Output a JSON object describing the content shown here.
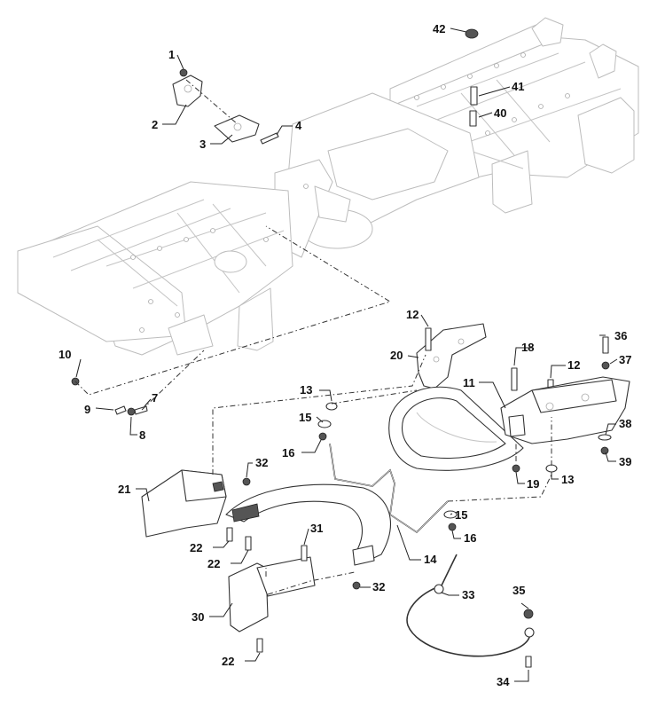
{
  "callouts": [
    "1",
    "2",
    "3",
    "4",
    "7",
    "8",
    "9",
    "10",
    "11",
    "12",
    "12",
    "13",
    "13",
    "14",
    "15",
    "15",
    "16",
    "16",
    "18",
    "19",
    "20",
    "21",
    "22",
    "22",
    "22",
    "30",
    "31",
    "32",
    "32",
    "33",
    "34",
    "35",
    "36",
    "37",
    "38",
    "39",
    "40",
    "41",
    "42"
  ]
}
